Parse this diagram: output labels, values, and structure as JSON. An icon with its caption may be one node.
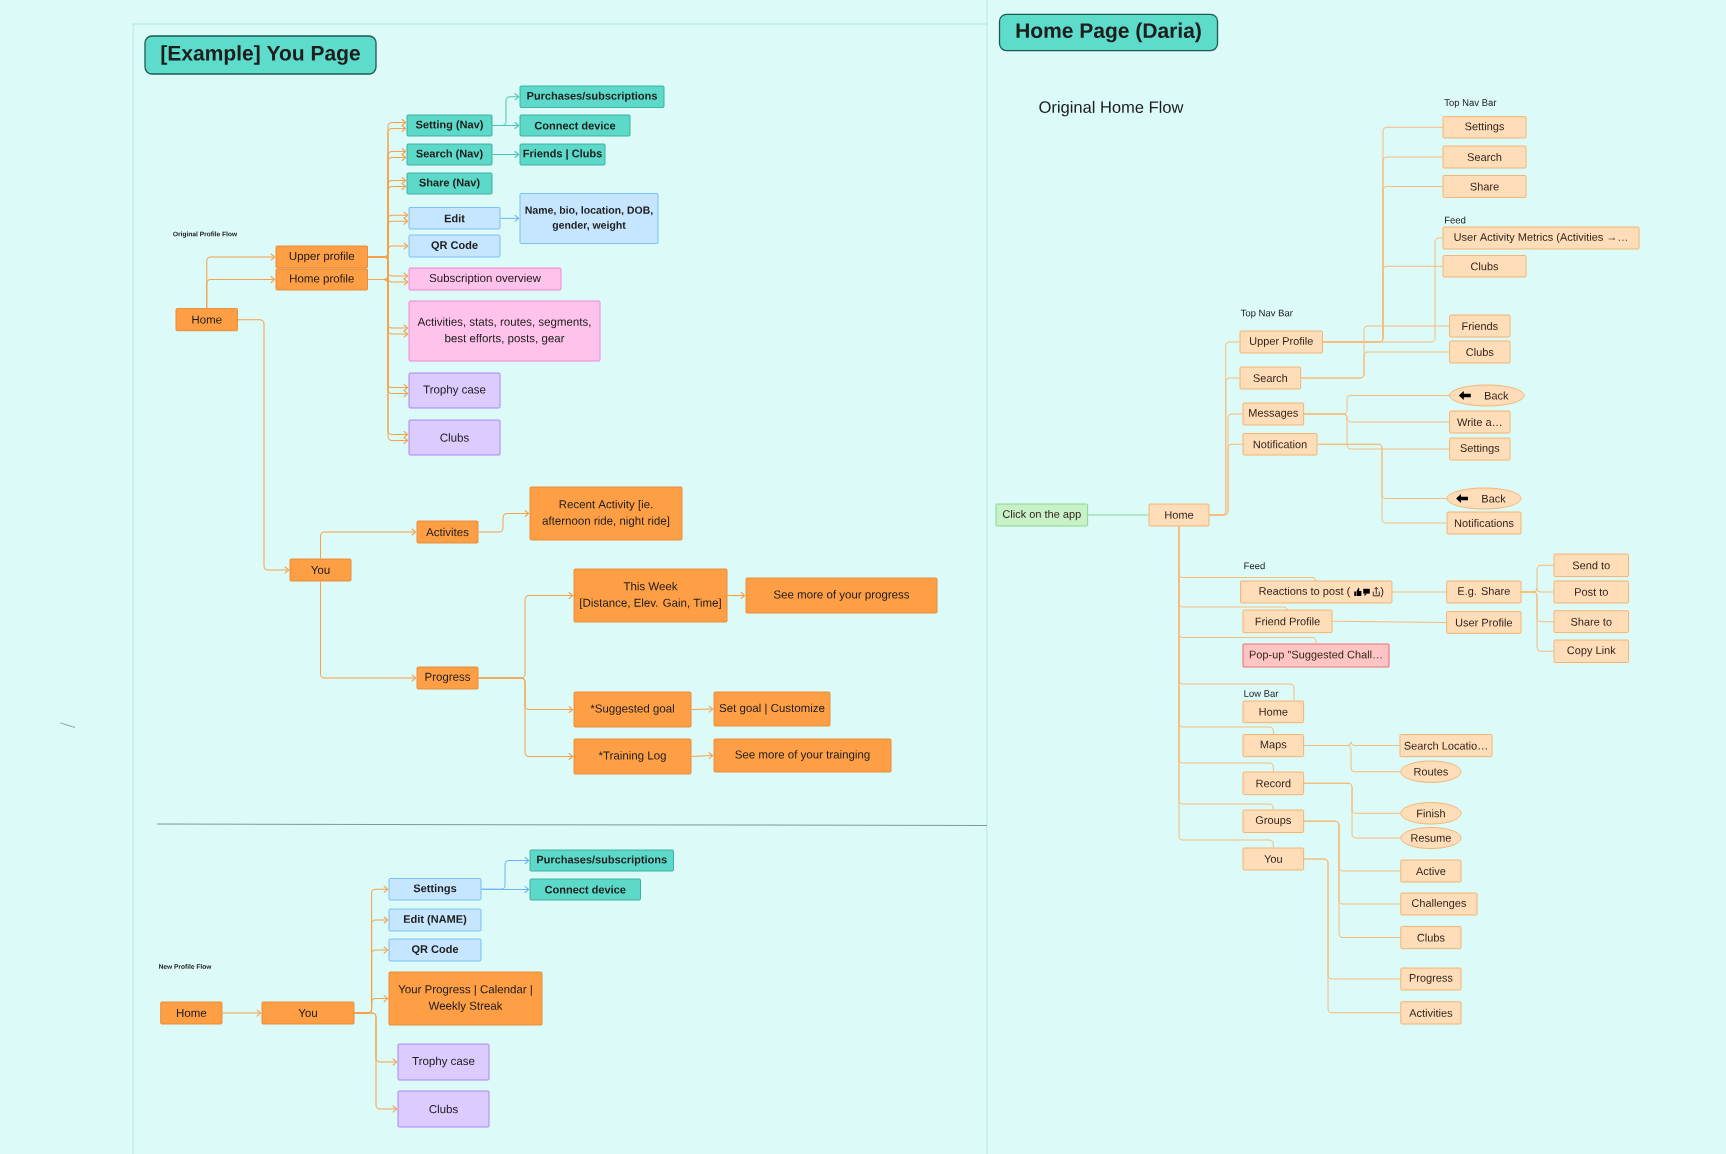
{
  "diagram": {
    "nodes": [
      {
        "text": [
          "[Example] You Page"
        ]
      },
      {
        "text": [
          "Purchases/subscriptions"
        ]
      },
      {
        "text": [
          "Setting (Nav)"
        ]
      },
      {
        "text": [
          "Connect device"
        ]
      },
      {
        "text": [
          "Search (Nav)"
        ]
      },
      {
        "text": [
          "Friends | Clubs"
        ]
      },
      {
        "text": [
          "Share (Nav)"
        ]
      },
      {
        "text": [
          "Edit"
        ]
      },
      {
        "text": [
          "Name, bio, location, DOB, gender, weight"
        ]
      },
      {
        "text": [
          "QR Code"
        ]
      },
      {
        "text": [
          "Upper profile"
        ]
      },
      {
        "text": [
          "Home profile"
        ]
      },
      {
        "text": [
          "Subscription overview"
        ]
      },
      {
        "text": [
          "Home"
        ]
      },
      {
        "text": [
          "Activities, stats, routes, segments, best efforts, posts, gear"
        ]
      },
      {
        "text": [
          "Trophy case"
        ]
      },
      {
        "text": [
          "Clubs"
        ]
      },
      {
        "text": [
          "Recent Activity [ie. afternoon ride, night ride]"
        ]
      },
      {
        "text": [
          "Activites"
        ]
      },
      {
        "text": [
          "You"
        ]
      },
      {
        "text": [
          "This Week",
          "[Distance, Elev. Gain, Time]"
        ]
      },
      {
        "text": [
          "See more of your progress"
        ]
      },
      {
        "text": [
          "Progress"
        ]
      },
      {
        "text": [
          "*Suggested goal"
        ]
      },
      {
        "text": [
          "Set goal | Customize"
        ]
      },
      {
        "text": [
          "*Training Log"
        ]
      },
      {
        "text": [
          "See more of your trainging"
        ]
      },
      {
        "text": [
          "Purchases/subscriptions"
        ]
      },
      {
        "text": [
          "Settings"
        ]
      },
      {
        "text": [
          "Connect device"
        ]
      },
      {
        "text": [
          "Edit (NAME)"
        ]
      },
      {
        "text": [
          "QR Code"
        ]
      },
      {
        "text": [
          "Home"
        ]
      },
      {
        "text": [
          "You"
        ]
      },
      {
        "text": [
          "Your Progress | Calendar | Weekly Streak"
        ]
      },
      {
        "text": [
          "Trophy case"
        ]
      },
      {
        "text": [
          "Clubs"
        ]
      },
      {
        "text": [
          "Home Page (Daria)"
        ]
      },
      {
        "text": [
          "Settings"
        ]
      },
      {
        "text": [
          "Search"
        ]
      },
      {
        "text": [
          "Share"
        ]
      },
      {
        "text": [
          "User Activity Metrics (Activities →…"
        ]
      },
      {
        "text": [
          "Clubs"
        ]
      },
      {
        "text": [
          "Friends"
        ]
      },
      {
        "text": [
          "Upper Profile"
        ]
      },
      {
        "text": [
          "Clubs"
        ]
      },
      {
        "text": [
          "Search"
        ]
      },
      {
        "text": [
          "Back"
        ]
      },
      {
        "text": [
          "Messages"
        ]
      },
      {
        "text": [
          "Write a…"
        ]
      },
      {
        "text": [
          "Settings"
        ]
      },
      {
        "text": [
          "Notification"
        ]
      },
      {
        "text": [
          "Back"
        ]
      },
      {
        "text": [
          "Notifications"
        ]
      },
      {
        "text": [
          "Click on the app"
        ]
      },
      {
        "text": [
          "Home"
        ]
      },
      {
        "text": [
          "Send to"
        ]
      },
      {
        "text": [
          "Reactions to post (",
          ")"
        ]
      },
      {
        "text": [
          "E.g. Share"
        ]
      },
      {
        "text": [
          "Post to"
        ]
      },
      {
        "text": [
          "Share to"
        ]
      },
      {
        "text": [
          "Friend Profile"
        ]
      },
      {
        "text": [
          "User Profile"
        ]
      },
      {
        "text": [
          "Copy Link"
        ]
      },
      {
        "text": [
          "Pop-up \"Suggested Chall…"
        ]
      },
      {
        "text": [
          "Home"
        ]
      },
      {
        "text": [
          "Maps"
        ]
      },
      {
        "text": [
          "Search Locatio…"
        ]
      },
      {
        "text": [
          "Routes"
        ]
      },
      {
        "text": [
          "Record"
        ]
      },
      {
        "text": [
          "Finish"
        ]
      },
      {
        "text": [
          "Resume"
        ]
      },
      {
        "text": [
          "Groups"
        ]
      },
      {
        "text": [
          "You"
        ]
      },
      {
        "text": [
          "Active"
        ]
      },
      {
        "text": [
          "Challenges"
        ]
      },
      {
        "text": [
          "Clubs"
        ]
      },
      {
        "text": [
          "Progress"
        ]
      },
      {
        "text": [
          "Activities"
        ]
      }
    ],
    "edges": [
      {
        "from": 13,
        "to": 10,
        "arrow": "to",
        "color": "#f5a04a"
      },
      {
        "from": 13,
        "to": 11,
        "arrow": "to",
        "color": "#f5a04a"
      },
      {
        "from": 13,
        "to": 19,
        "arrow": "to",
        "color": "#f5a04a"
      },
      {
        "from": 10,
        "to": 2,
        "arrow": "to",
        "color": "#f5a04a"
      },
      {
        "from": 10,
        "to": 4,
        "arrow": "to",
        "color": "#f5a04a"
      },
      {
        "from": 10,
        "to": 6,
        "arrow": "to",
        "color": "#f5a04a"
      },
      {
        "from": 10,
        "to": 7,
        "arrow": "to",
        "color": "#f5a04a"
      },
      {
        "from": 10,
        "to": 9,
        "arrow": "to",
        "color": "#f5a04a"
      },
      {
        "from": 10,
        "to": 12,
        "arrow": "to",
        "color": "#f5a04a"
      },
      {
        "from": 10,
        "to": 14,
        "arrow": "to",
        "color": "#f5a04a"
      },
      {
        "from": 10,
        "to": 15,
        "arrow": "to",
        "color": "#f5a04a"
      },
      {
        "from": 10,
        "to": 16,
        "arrow": "to",
        "color": "#f5a04a"
      },
      {
        "from": 11,
        "to": 2,
        "arrow": "to",
        "color": "#f5a04a"
      },
      {
        "from": 11,
        "to": 4,
        "arrow": "to",
        "color": "#f5a04a"
      },
      {
        "from": 11,
        "to": 6,
        "arrow": "to",
        "color": "#f5a04a"
      },
      {
        "from": 11,
        "to": 7,
        "arrow": "to",
        "color": "#f5a04a"
      },
      {
        "from": 11,
        "to": 12,
        "arrow": "to",
        "color": "#f5a04a"
      },
      {
        "from": 11,
        "to": 14,
        "arrow": "to",
        "color": "#f5a04a"
      },
      {
        "from": 11,
        "to": 15,
        "arrow": "to",
        "color": "#f5a04a"
      },
      {
        "from": 11,
        "to": 16,
        "arrow": "to",
        "color": "#f5a04a"
      },
      {
        "from": 2,
        "to": 1,
        "arrow": "to",
        "color": "#4cc4b3"
      },
      {
        "from": 2,
        "to": 3,
        "arrow": "to",
        "color": "#4cc4b3"
      },
      {
        "from": 4,
        "to": 5,
        "arrow": "to",
        "color": "#4cc4b3"
      },
      {
        "from": 7,
        "to": 8,
        "arrow": "to",
        "color": "#6ab4f2"
      },
      {
        "from": 19,
        "to": 18,
        "arrow": "to",
        "color": "#f5a04a"
      },
      {
        "from": 19,
        "to": 22,
        "arrow": "to",
        "color": "#f5a04a"
      },
      {
        "from": 18,
        "to": 17,
        "arrow": "to",
        "color": "#f5a04a"
      },
      {
        "from": 22,
        "to": 20,
        "arrow": "to",
        "color": "#f5a04a"
      },
      {
        "from": 22,
        "to": 23,
        "arrow": "to",
        "color": "#f5a04a"
      },
      {
        "from": 22,
        "to": 25,
        "arrow": "to",
        "color": "#f5a04a"
      },
      {
        "from": 20,
        "to": 21,
        "arrow": "to",
        "color": "#f5a04a"
      },
      {
        "from": 23,
        "to": 24,
        "arrow": "to",
        "color": "#f5a04a"
      },
      {
        "from": 25,
        "to": 26,
        "arrow": "to",
        "color": "#f5a04a"
      },
      {
        "from": 32,
        "to": 33,
        "arrow": "to",
        "color": "#f5a04a"
      },
      {
        "from": 33,
        "to": 28,
        "arrow": "to",
        "color": "#f5a04a"
      },
      {
        "from": 33,
        "to": 30,
        "arrow": "to",
        "color": "#f5a04a"
      },
      {
        "from": 33,
        "to": 31,
        "arrow": "to",
        "color": "#f5a04a"
      },
      {
        "from": 33,
        "to": 34,
        "arrow": "to",
        "color": "#f5a04a"
      },
      {
        "from": 33,
        "to": 35,
        "arrow": "to",
        "color": "#f5a04a"
      },
      {
        "from": 33,
        "to": 36,
        "arrow": "to",
        "color": "#f5a04a"
      },
      {
        "from": 28,
        "to": 27,
        "arrow": "to",
        "color": "#6ab4f2"
      },
      {
        "from": 28,
        "to": 29,
        "arrow": "to",
        "color": "#6ab4f2"
      },
      {
        "from": 54,
        "to": 55,
        "arrow": "none",
        "color": "#8bd98a"
      },
      {
        "from": 55,
        "to": 44,
        "arrow": "none"
      },
      {
        "from": 55,
        "to": 46,
        "arrow": "none"
      },
      {
        "from": 55,
        "to": 48,
        "arrow": "none"
      },
      {
        "from": 55,
        "to": 51,
        "arrow": "none"
      },
      {
        "from": 44,
        "to": 38,
        "arrow": "none"
      },
      {
        "from": 44,
        "to": 39,
        "arrow": "none"
      },
      {
        "from": 44,
        "to": 40,
        "arrow": "none"
      },
      {
        "from": 44,
        "to": 42,
        "arrow": "none"
      },
      {
        "from": 44,
        "to": 41,
        "arrow": "none"
      },
      {
        "from": 46,
        "to": 43,
        "arrow": "none"
      },
      {
        "from": 46,
        "to": 45,
        "arrow": "none"
      },
      {
        "from": 48,
        "to": 47,
        "arrow": "none"
      },
      {
        "from": 48,
        "to": 49,
        "arrow": "none"
      },
      {
        "from": 48,
        "to": 50,
        "arrow": "none"
      },
      {
        "from": 51,
        "to": 52,
        "arrow": "none"
      },
      {
        "from": 51,
        "to": 53,
        "arrow": "none"
      },
      {
        "from": 55,
        "to": 57,
        "arrow": "none"
      },
      {
        "from": 55,
        "to": 61,
        "arrow": "none"
      },
      {
        "from": 55,
        "to": 64,
        "arrow": "none"
      },
      {
        "from": 55,
        "to": 65,
        "arrow": "none"
      },
      {
        "from": 55,
        "to": 66,
        "arrow": "none"
      },
      {
        "from": 55,
        "to": 69,
        "arrow": "none"
      },
      {
        "from": 55,
        "to": 72,
        "arrow": "none"
      },
      {
        "from": 55,
        "to": 73,
        "arrow": "none"
      },
      {
        "from": 57,
        "to": 58,
        "arrow": "none"
      },
      {
        "from": 58,
        "to": 56,
        "arrow": "none"
      },
      {
        "from": 58,
        "to": 59,
        "arrow": "none"
      },
      {
        "from": 58,
        "to": 60,
        "arrow": "none"
      },
      {
        "from": 58,
        "to": 63,
        "arrow": "none"
      },
      {
        "from": 61,
        "to": 62,
        "arrow": "none"
      },
      {
        "from": 66,
        "to": 67,
        "arrow": "none"
      },
      {
        "from": 66,
        "to": 68,
        "arrow": "none"
      },
      {
        "from": 69,
        "to": 70,
        "arrow": "none"
      },
      {
        "from": 69,
        "to": 71,
        "arrow": "none"
      },
      {
        "from": 72,
        "to": 74,
        "arrow": "none"
      },
      {
        "from": 72,
        "to": 75,
        "arrow": "none"
      },
      {
        "from": 72,
        "to": 76,
        "arrow": "none"
      },
      {
        "from": 73,
        "to": 77,
        "arrow": "none"
      },
      {
        "from": 73,
        "to": 78,
        "arrow": "none"
      }
    ],
    "labels": [
      "Original Profile Flow",
      "New Profile Flow",
      "Original Home Flow",
      "Top Nav Bar",
      "Feed",
      "Top Nav Bar",
      "Feed",
      "Low Bar"
    ]
  }
}
